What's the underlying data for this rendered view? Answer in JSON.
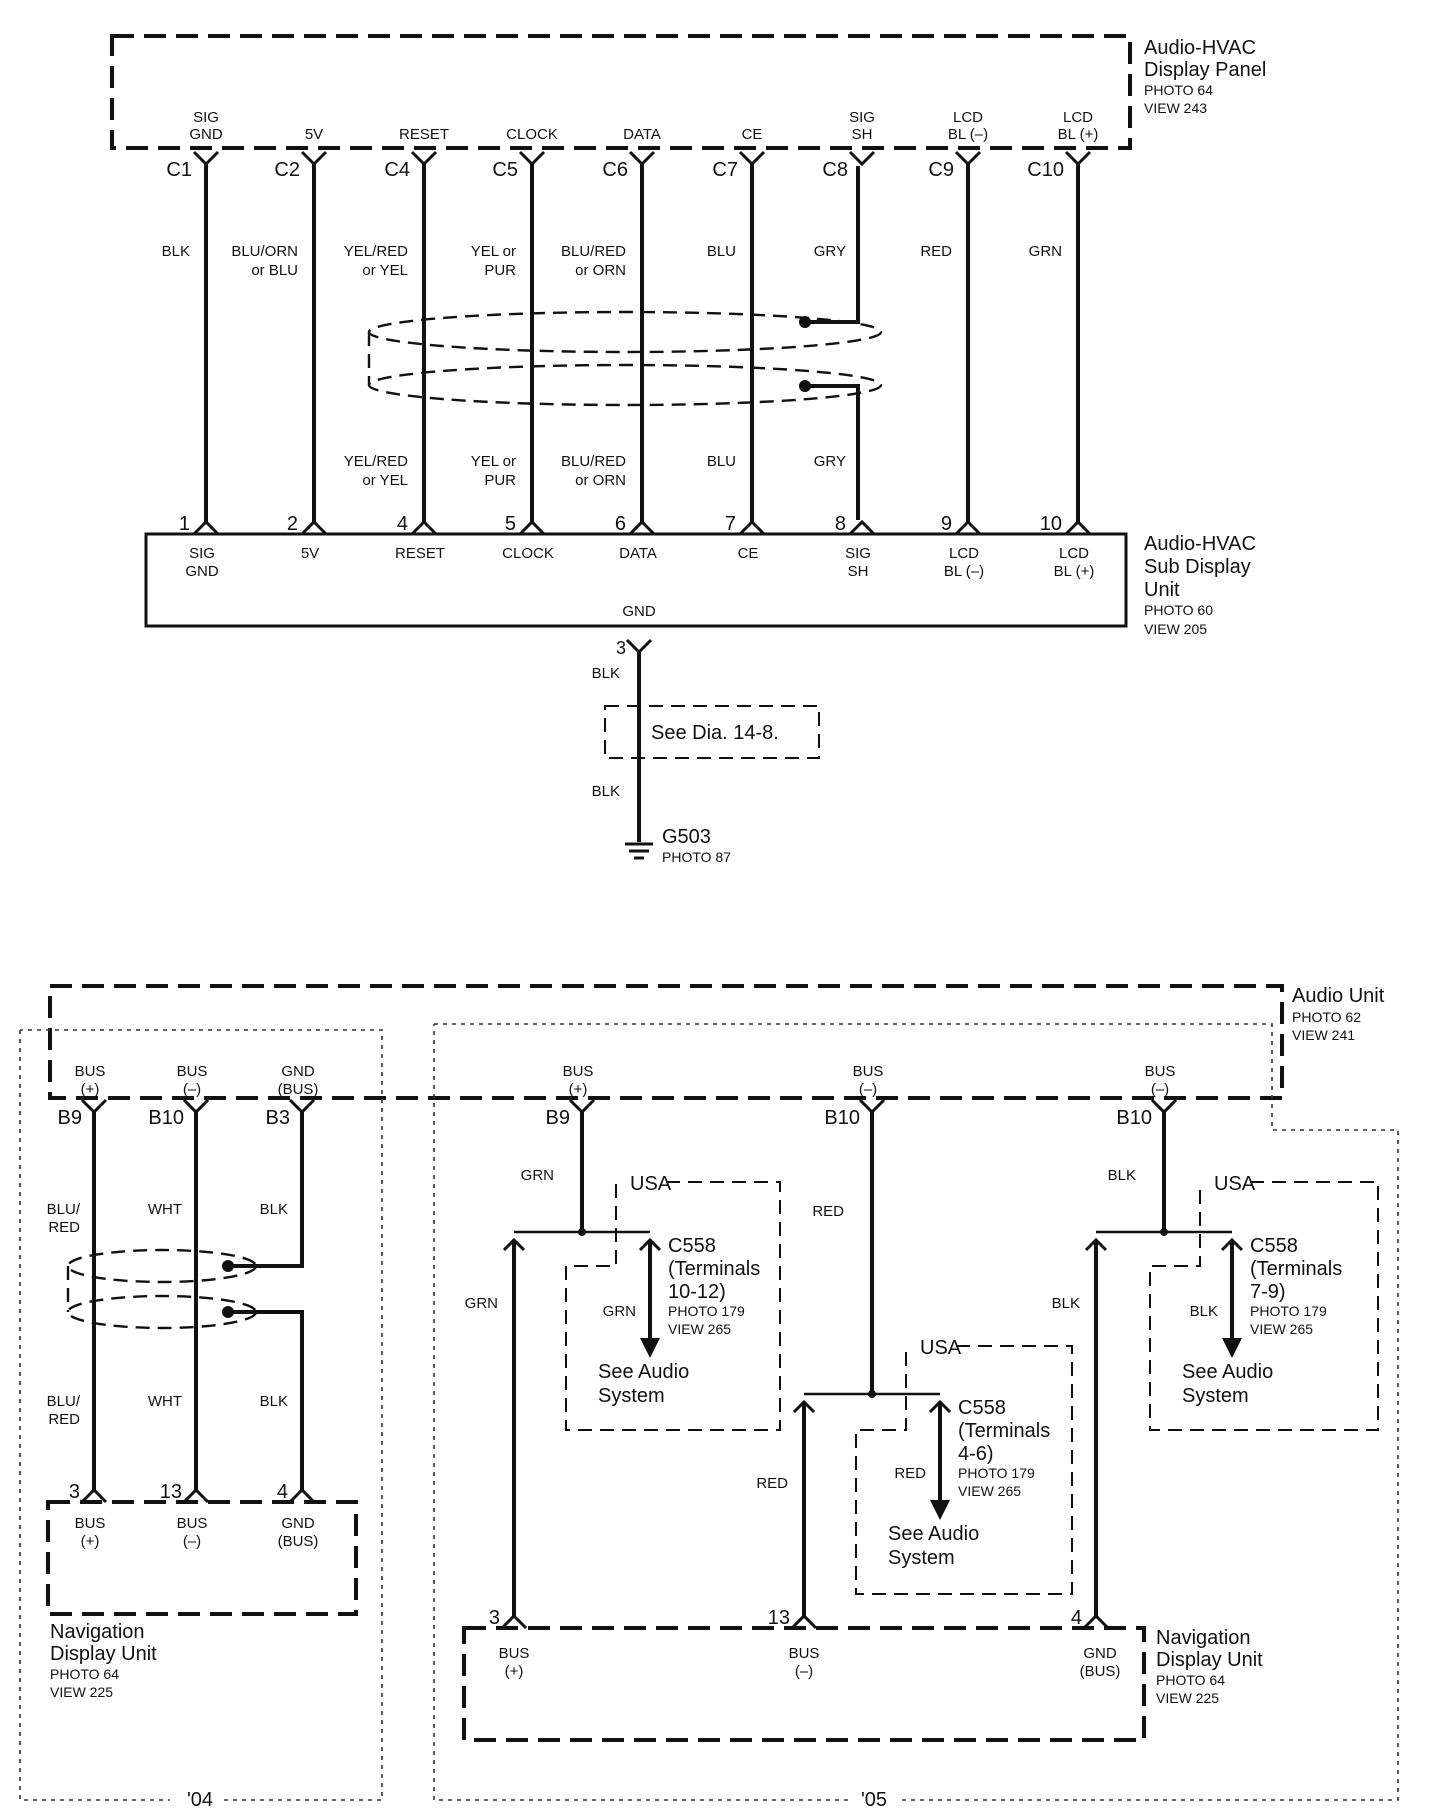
{
  "top": {
    "panel": {
      "name1": "Audio-HVAC",
      "name2": "Display Panel",
      "photo": "PHOTO 64",
      "view": "VIEW 243"
    },
    "pins": [
      {
        "label1": "SIG",
        "label2": "GND",
        "conn": "C1",
        "color1": "BLK",
        "color2": "",
        "num": "1",
        "sub1": "SIG",
        "sub2": "GND"
      },
      {
        "label1": "",
        "label2": "5V",
        "conn": "C2",
        "color1": "BLU/ORN",
        "color2": "or BLU",
        "num": "2",
        "sub1": "5V",
        "sub2": ""
      },
      {
        "label1": "",
        "label2": "RESET",
        "conn": "C4",
        "color1": "YEL/RED",
        "color2": "or YEL",
        "num": "4",
        "sub1": "RESET",
        "sub2": ""
      },
      {
        "label1": "",
        "label2": "CLOCK",
        "conn": "C5",
        "color1": "YEL or",
        "color2": "PUR",
        "num": "5",
        "sub1": "CLOCK",
        "sub2": ""
      },
      {
        "label1": "",
        "label2": "DATA",
        "conn": "C6",
        "color1": "BLU/RED",
        "color2": "or ORN",
        "num": "6",
        "sub1": "DATA",
        "sub2": ""
      },
      {
        "label1": "",
        "label2": "CE",
        "conn": "C7",
        "color1": "BLU",
        "color2": "",
        "num": "7",
        "sub1": "CE",
        "sub2": ""
      },
      {
        "label1": "SIG",
        "label2": "SH",
        "conn": "C8",
        "color1": "GRY",
        "color2": "",
        "num": "8",
        "sub1": "SIG",
        "sub2": "SH"
      },
      {
        "label1": "LCD",
        "label2": "BL (–)",
        "conn": "C9",
        "color1": "RED",
        "color2": "",
        "num": "9",
        "sub1": "LCD",
        "sub2": "BL (–)"
      },
      {
        "label1": "LCD",
        "label2": "BL (+)",
        "conn": "C10",
        "color1": "GRN",
        "color2": "",
        "num": "10",
        "sub1": "LCD",
        "sub2": "BL (+)"
      }
    ],
    "sub": {
      "name1": "Audio-HVAC",
      "name2": "Sub Display",
      "name3": "Unit",
      "photo": "PHOTO 60",
      "view": "VIEW 205",
      "gnd": "GND",
      "gnd_pin": "3"
    },
    "ground_wire1": "BLK",
    "see_dia": "See Dia. 14-8.",
    "ground_wire2": "BLK",
    "ground_name": "G503",
    "ground_photo": "PHOTO 87"
  },
  "bottom": {
    "audio_unit": {
      "name": "Audio Unit",
      "photo": "PHOTO 62",
      "view": "VIEW 241"
    },
    "y04": {
      "label": "'04",
      "pins": [
        {
          "l1": "BUS",
          "l2": "(+)",
          "conn": "B9",
          "w1a": "BLU/",
          "w1b": "RED",
          "w2a": "BLU/",
          "w2b": "RED",
          "num": "3",
          "n1": "BUS",
          "n2": "(+)"
        },
        {
          "l1": "BUS",
          "l2": "(–)",
          "conn": "B10",
          "w1a": "WHT",
          "w1b": "",
          "w2a": "WHT",
          "w2b": "",
          "num": "13",
          "n1": "BUS",
          "n2": "(–)"
        },
        {
          "l1": "GND",
          "l2": "(BUS)",
          "conn": "B3",
          "w1a": "BLK",
          "w1b": "",
          "w2a": "BLK",
          "w2b": "",
          "num": "4",
          "n1": "GND",
          "n2": "(BUS)"
        }
      ],
      "nav": {
        "name1": "Navigation",
        "name2": "Display Unit",
        "photo": "PHOTO 64",
        "view": "VIEW 225"
      }
    },
    "y05": {
      "label": "'05",
      "pins": [
        {
          "l1": "BUS",
          "l2": "(+)",
          "conn": "B9",
          "top_wire": "GRN",
          "down_wire": "GRN",
          "branch_wire": "GRN",
          "num": "3",
          "n1": "BUS",
          "n2": "(+)",
          "usa": "USA",
          "c1": "C558",
          "c2": "(Terminals",
          "c3": "10-12)",
          "photo": "PHOTO 179",
          "view": "VIEW 265",
          "see1": "See Audio",
          "see2": "System"
        },
        {
          "l1": "BUS",
          "l2": "(–)",
          "conn": "B10",
          "top_wire": "RED",
          "down_wire": "RED",
          "branch_wire": "RED",
          "num": "13",
          "n1": "BUS",
          "n2": "(–)",
          "usa": "USA",
          "c1": "C558",
          "c2": "(Terminals",
          "c3": "4-6)",
          "photo": "PHOTO 179",
          "view": "VIEW 265",
          "see1": "See Audio",
          "see2": "System"
        },
        {
          "l1": "BUS",
          "l2": "(–)",
          "conn": "B10",
          "top_wire": "BLK",
          "down_wire": "BLK",
          "branch_wire": "BLK",
          "num": "4",
          "n1": "GND",
          "n2": "(BUS)",
          "usa": "USA",
          "c1": "C558",
          "c2": "(Terminals",
          "c3": "7-9)",
          "photo": "PHOTO 179",
          "view": "VIEW 265",
          "see1": "See Audio",
          "see2": "System"
        }
      ],
      "nav": {
        "name1": "Navigation",
        "name2": "Display Unit",
        "photo": "PHOTO 64",
        "view": "VIEW 225"
      }
    }
  }
}
